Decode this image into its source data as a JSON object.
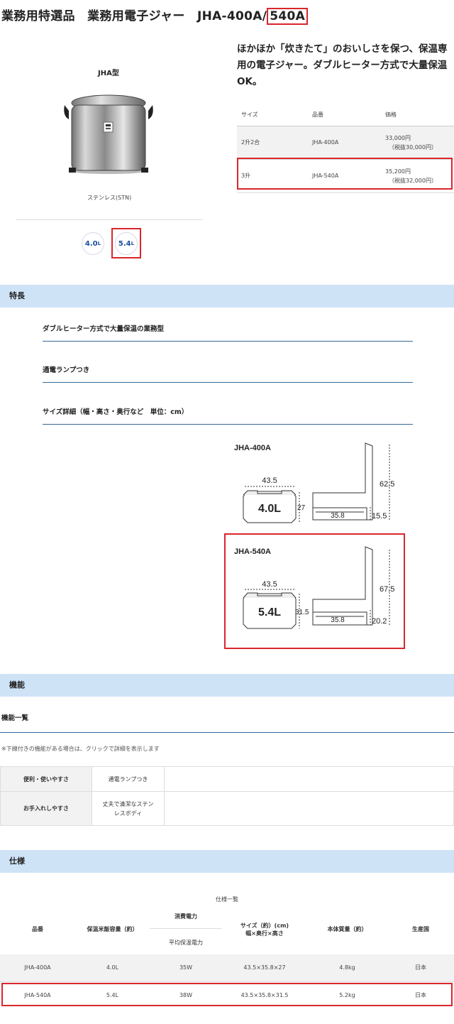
{
  "header": {
    "title_prefix": "業務用特選品　業務用電子ジャー　JHA-400A/",
    "title_model": "540A"
  },
  "product": {
    "type_label": "JHA型",
    "image_caption": "ステンレス(STN)",
    "capacity_options": [
      {
        "value": "4.0",
        "unit": "L"
      },
      {
        "value": "5.4",
        "unit": "L"
      }
    ],
    "lead": "ほかほか「炊きたて」のおいしさを保つ、保温専用の電子ジャー。ダブルヒーター方式で大量保温OK。"
  },
  "price_table": {
    "headers": [
      "サイズ",
      "品番",
      "価格"
    ],
    "rows": [
      {
        "size": "2升2合",
        "model": "JHA-400A",
        "price": "33,000円",
        "tax_excl": "（税抜30,000円）"
      },
      {
        "size": "3升",
        "model": "JHA-540A",
        "price": "35,200円",
        "tax_excl": "（税抜32,000円）"
      }
    ]
  },
  "features": {
    "heading": "特長",
    "items": [
      "ダブルヒーター方式で大量保温の業務型",
      "通電ランプつき",
      "サイズ詳細（幅・高さ・奥行など　単位：cm）"
    ]
  },
  "diagram": {
    "models": [
      {
        "name": "JHA-400A",
        "capacity": "4.0L",
        "width": "43.5",
        "height": "27",
        "depth": "35.8",
        "lid_height": "62.5",
        "body_height": "15.5"
      },
      {
        "name": "JHA-540A",
        "capacity": "5.4L",
        "width": "43.5",
        "height": "31.5",
        "depth": "35.8",
        "lid_height": "67.5",
        "body_height": "20.2"
      }
    ]
  },
  "functions": {
    "heading": "機能",
    "subheading": "機能一覧",
    "note": "※下線付きの機能がある場合は、クリックで詳細を表示します",
    "rows": [
      {
        "category": "便利・使いやすさ",
        "feature_line1": "通電ランプつき",
        "feature_line2": ""
      },
      {
        "category": "お手入れしやすさ",
        "feature_line1": "丈夫で清潔なステン",
        "feature_line2": "レスボディ"
      }
    ]
  },
  "specs": {
    "heading": "仕様",
    "caption": "仕様一覧",
    "headers": {
      "model": "品番",
      "capacity": "保温米飯容量（約）",
      "power": "消費電力",
      "power_sub": "平均保温電力",
      "size": "サイズ（約）(cm)",
      "size_sub": "幅×奥行×高さ",
      "weight": "本体質量（約）",
      "origin": "生産国"
    },
    "rows": [
      {
        "model": "JHA-400A",
        "capacity": "4.0L",
        "power": "35W",
        "size": "43.5×35.8×27",
        "weight": "4.8kg",
        "origin": "日本"
      },
      {
        "model": "JHA-540A",
        "capacity": "5.4L",
        "power": "38W",
        "size": "43.5×35.8×31.5",
        "weight": "5.2kg",
        "origin": "日本"
      }
    ]
  },
  "colors": {
    "highlight": "#d9262c",
    "band": "#cfe3f7",
    "rule": "#356a98",
    "accent_text": "#1e4f9e"
  }
}
